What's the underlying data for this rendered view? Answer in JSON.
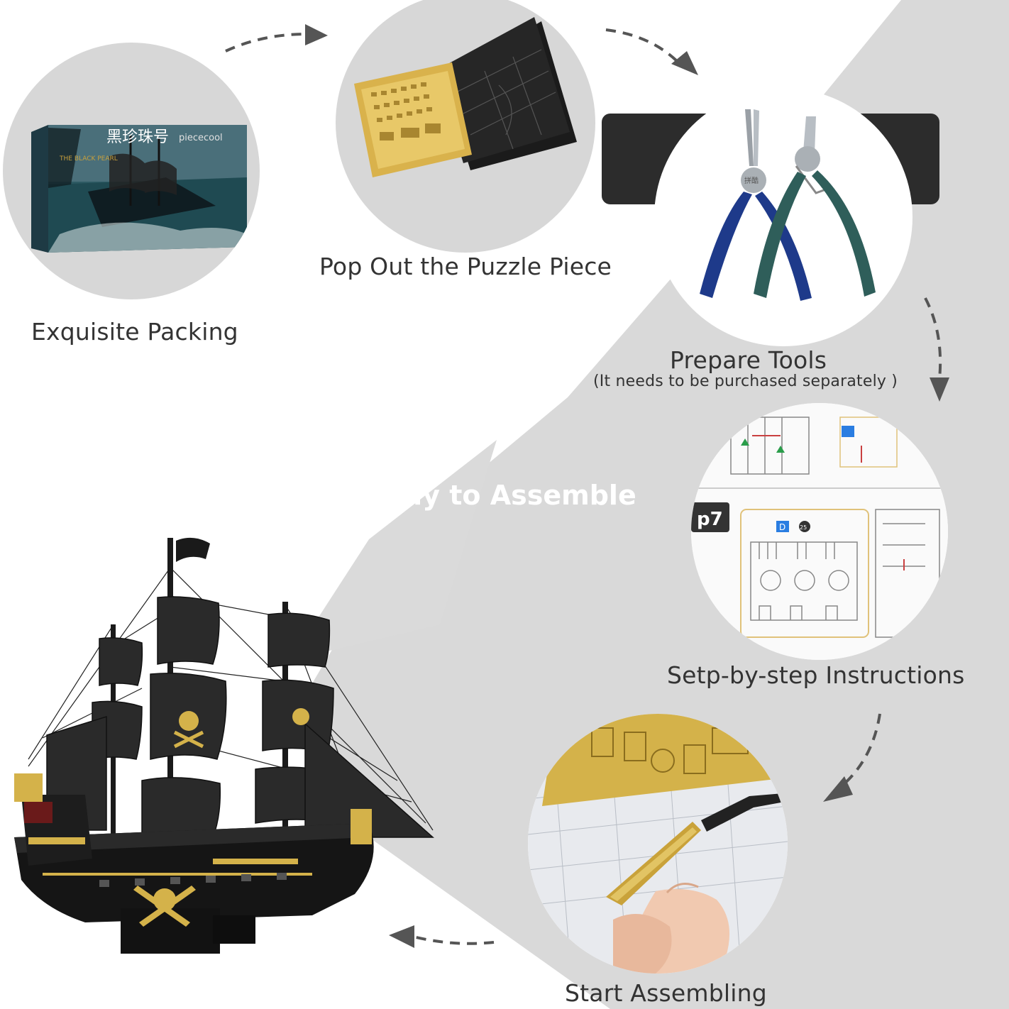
{
  "steps": [
    {
      "id": "packing",
      "label": "Exquisite Packing"
    },
    {
      "id": "pop-out",
      "label": "Pop Out the Puzzle Piece"
    },
    {
      "id": "tools",
      "label": "Prepare Tools",
      "note": "(It needs to be purchased separately )"
    },
    {
      "id": "instructions",
      "label": "Setp-by-step Instructions"
    },
    {
      "id": "assembling",
      "label": "Start Assembling"
    }
  ],
  "banner": {
    "text": "dy to Assemble"
  },
  "packing_box": {
    "brand": "piececool",
    "title": "黑珍珠号",
    "subtitle": "THE BLACK PEARL"
  },
  "instructions_sheet": {
    "step_tag": "p7",
    "part_code": "D",
    "part_number": "25"
  },
  "tool_brand": "拼酷",
  "colors": {
    "background": "#ffffff",
    "diagonal_band": "#d9d9d9",
    "circle_bg": "#d7d7d7",
    "label_text": "#333333",
    "plier_blue": "#1e3a8a",
    "plier_teal": "#2f5e5a",
    "brass": "#d4b24a"
  }
}
